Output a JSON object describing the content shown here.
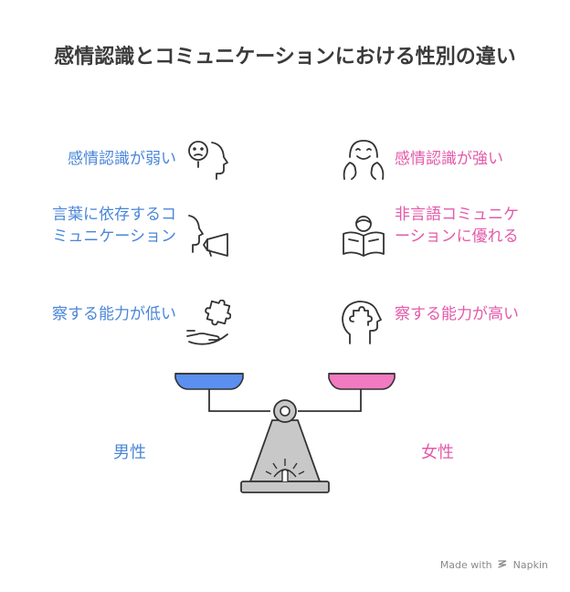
{
  "title": "感情認識とコミュニケーションにおける性別の違い",
  "left": {
    "items": [
      {
        "label": "感情認識が弱い"
      },
      {
        "label": "言葉に依存するコミュニケーション"
      },
      {
        "label": "察する能力が低い"
      }
    ],
    "gender": "男性",
    "color": "#4a86d8"
  },
  "right": {
    "items": [
      {
        "label": "感情認識が強い"
      },
      {
        "label": "非言語コミュニケーションに優れる"
      },
      {
        "label": "察する能力が高い"
      }
    ],
    "gender": "女性",
    "color": "#e35aa9"
  },
  "watermark": {
    "made_with": "Made with",
    "brand": "Napkin"
  }
}
